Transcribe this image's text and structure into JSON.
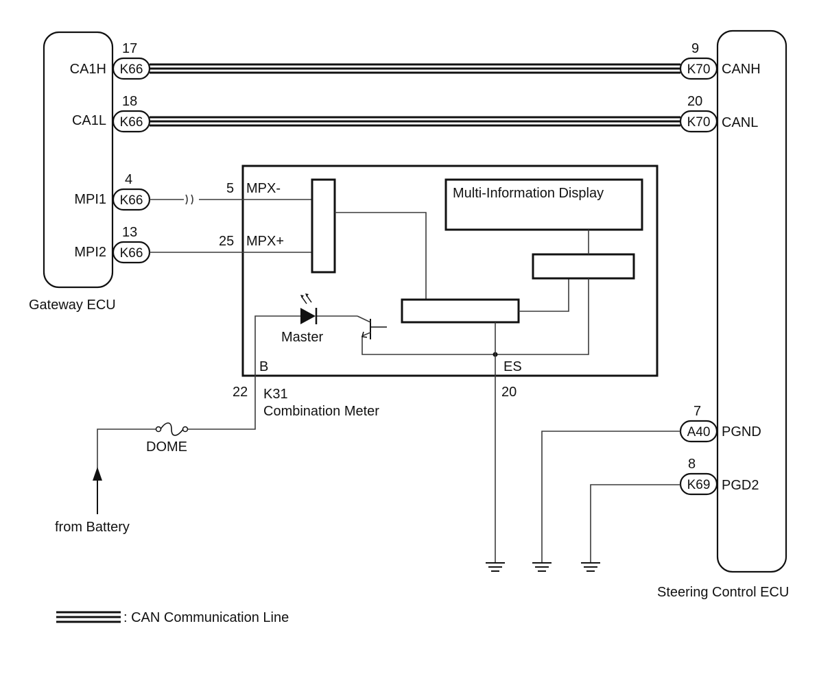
{
  "gateway_ecu": {
    "name": "Gateway ECU",
    "terminals": {
      "ca1h": "CA1H",
      "ca1l": "CA1L",
      "mpi1": "MPI1",
      "mpi2": "MPI2"
    }
  },
  "steering_ecu": {
    "name": "Steering Control ECU",
    "terminals": {
      "canh": "CANH",
      "canl": "CANL",
      "pgnd": "PGND",
      "pgd2": "PGD2"
    }
  },
  "connectors": {
    "k66_1": {
      "code": "K66",
      "pin": "17"
    },
    "k66_2": {
      "code": "K66",
      "pin": "18"
    },
    "k66_3": {
      "code": "K66",
      "pin": "4"
    },
    "k66_4": {
      "code": "K66",
      "pin": "13"
    },
    "k70_1": {
      "code": "K70",
      "pin": "9"
    },
    "k70_2": {
      "code": "K70",
      "pin": "20"
    },
    "a40": {
      "code": "A40",
      "pin": "7"
    },
    "k69": {
      "code": "K69",
      "pin": "8"
    }
  },
  "meter": {
    "code": "K31",
    "name": "Combination Meter",
    "mpx_minus": {
      "pin": "5",
      "label": "MPX-"
    },
    "mpx_plus": {
      "pin": "25",
      "label": "MPX+"
    },
    "display": "Multi-Information Display",
    "master": "Master",
    "b": {
      "label": "B",
      "pin": "22"
    },
    "es": {
      "label": "ES",
      "pin": "20"
    }
  },
  "fuse": "DOME",
  "battery": "from Battery",
  "legend": {
    "text": ": CAN Communication Line"
  }
}
